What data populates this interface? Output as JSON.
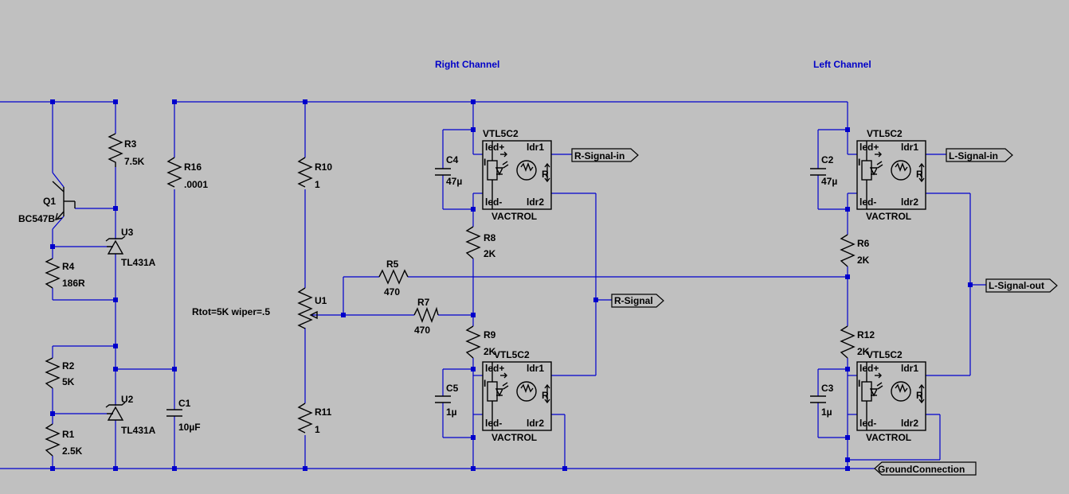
{
  "titles": {
    "right": "Right Channel",
    "left": "Left Channel"
  },
  "components": {
    "R3": {
      "ref": "R3",
      "value": "7.5K"
    },
    "R16": {
      "ref": "R16",
      "value": ".0001"
    },
    "R10": {
      "ref": "R10",
      "value": "1"
    },
    "R11": {
      "ref": "R11",
      "value": "1"
    },
    "Q1": {
      "ref": "Q1",
      "value": "BC547B"
    },
    "U3": {
      "ref": "U3",
      "value": "TL431A"
    },
    "U2": {
      "ref": "U2",
      "value": "TL431A"
    },
    "R4": {
      "ref": "R4",
      "value": "186R"
    },
    "R2": {
      "ref": "R2",
      "value": "5K"
    },
    "R1": {
      "ref": "R1",
      "value": "2.5K"
    },
    "C1": {
      "ref": "C1",
      "value": "10µF"
    },
    "U1": {
      "ref": "U1",
      "value": "Rtot=5K wiper=.5"
    },
    "R5": {
      "ref": "R5",
      "value": "470"
    },
    "R7": {
      "ref": "R7",
      "value": "470"
    },
    "R8": {
      "ref": "R8",
      "value": "2K"
    },
    "R9": {
      "ref": "R9",
      "value": "2K"
    },
    "R6": {
      "ref": "R6",
      "value": "2K"
    },
    "R12": {
      "ref": "R12",
      "value": "2K"
    },
    "C4": {
      "ref": "C4",
      "value": "47µ"
    },
    "C5": {
      "ref": "C5",
      "value": "1µ"
    },
    "C2": {
      "ref": "C2",
      "value": "47µ"
    },
    "C3": {
      "ref": "C3",
      "value": "1µ"
    }
  },
  "vactrol": {
    "part": "VTL5C2",
    "name": "VACTROL",
    "pins": {
      "led_plus": "led+",
      "led_minus": "led-",
      "ldr1": "ldr1",
      "ldr2": "ldr2",
      "i": "I",
      "r": "R"
    }
  },
  "net_flags": {
    "r_signal_in": "R-Signal-in",
    "r_signal": "R-Signal",
    "l_signal_in": "L-Signal-in",
    "l_signal_out": "L-Signal-out",
    "ground": "GroundConnection"
  },
  "colors": {
    "background": "#c0c0c0",
    "wire": "#0000cc",
    "title": "#0000c8",
    "symbol": "#000000"
  }
}
